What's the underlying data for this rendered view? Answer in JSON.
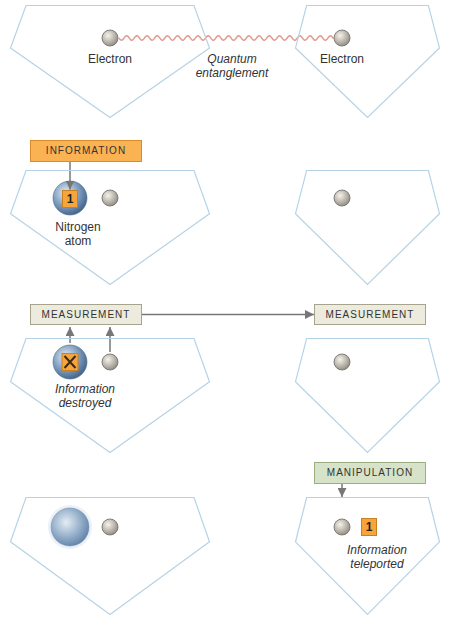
{
  "diagram": {
    "nodes": [
      {
        "text": [
          "Electron"
        ]
      },
      {
        "text": [
          "Electron"
        ]
      },
      {
        "text": [
          "INFORMATION"
        ]
      },
      {
        "text": [
          "Nitrogen atom"
        ]
      },
      {
        "text": [
          "1"
        ],
        "in": 3
      },
      {
        "text": [
          "MEASUREMENT"
        ]
      },
      {
        "text": [
          "MEASUREMENT"
        ]
      },
      {
        "text": [
          "Information destroyed"
        ]
      },
      {
        "text": [
          "MANIPULATION"
        ]
      },
      {
        "text": [
          "Information teleported"
        ]
      },
      {
        "text": [
          "1"
        ],
        "in": 9
      }
    ],
    "edges": [
      {
        "from": 2,
        "to": 4,
        "arrow": "to"
      },
      {
        "from": 5,
        "to": 6,
        "arrow": "to"
      },
      {
        "from": 8,
        "to": 9,
        "arrow": "to"
      }
    ],
    "labels": [
      "Quantum entanglement"
    ]
  }
}
